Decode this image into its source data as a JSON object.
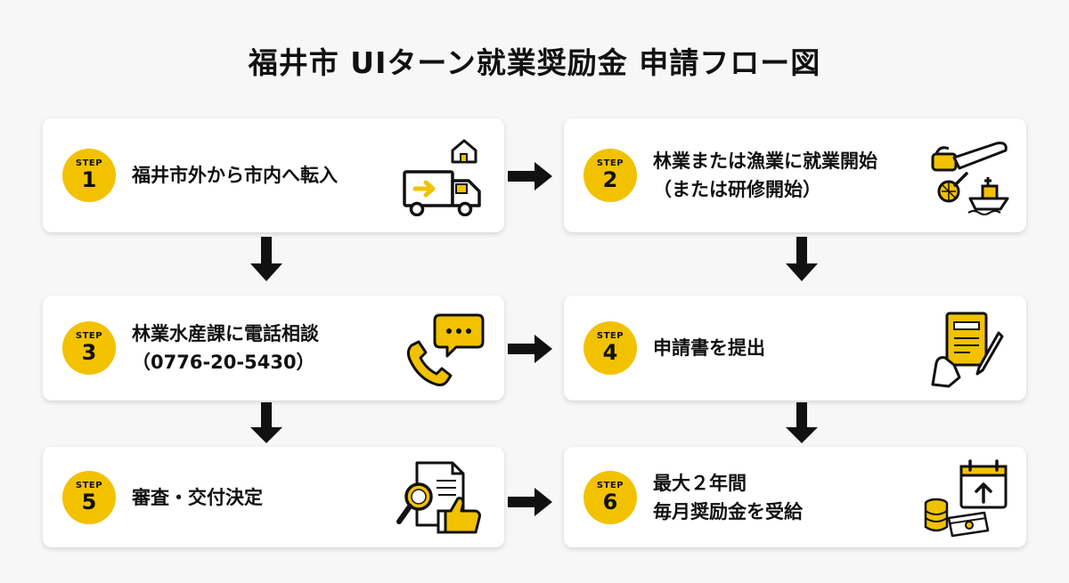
{
  "title": "福井市 UIターン就業奨励金 申請フロー図",
  "colors": {
    "accent": "#f2c200",
    "ink": "#111111",
    "card": "#ffffff",
    "background": "#f7f7f7"
  },
  "steps": [
    {
      "step_word": "STEP",
      "number": "1",
      "lines": [
        "福井市外から市内へ転入"
      ],
      "icon": "moving-truck-icon"
    },
    {
      "step_word": "STEP",
      "number": "2",
      "lines": [
        "林業または漁業に就業開始",
        "（または研修開始）"
      ],
      "icon": "chainsaw-fishing-boat-icon"
    },
    {
      "step_word": "STEP",
      "number": "3",
      "lines": [
        "林業水産課に電話相談",
        "（0776-20-5430）"
      ],
      "icon": "phone-chat-icon"
    },
    {
      "step_word": "STEP",
      "number": "4",
      "lines": [
        "申請書を提出"
      ],
      "icon": "document-signing-icon"
    },
    {
      "step_word": "STEP",
      "number": "5",
      "lines": [
        "審査・交付決定"
      ],
      "icon": "review-approval-icon"
    },
    {
      "step_word": "STEP",
      "number": "6",
      "lines": [
        "最大２年間",
        "毎月奨励金を受給"
      ],
      "icon": "money-calendar-icon"
    }
  ]
}
